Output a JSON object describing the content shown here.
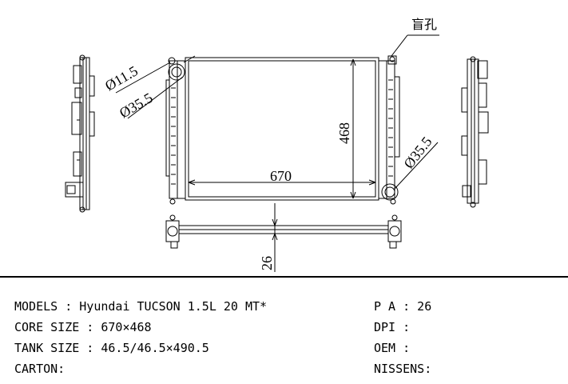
{
  "drawing": {
    "labels": {
      "blind_hole": "盲孔",
      "dia_small": "Ø11.5",
      "dia_inlet": "Ø35.5",
      "dia_outlet": "Ø35.5",
      "height": "468",
      "width": "670",
      "thickness": "26"
    }
  },
  "spec": {
    "models": "MODELS : Hyundai TUCSON 1.5L 20 MT*",
    "core_size": "CORE SIZE : 670×468",
    "tank_size": "TANK SIZE : 46.5/46.5×490.5",
    "carton": "CARTON:",
    "pa": "P A : 26",
    "dpi": "DPI :",
    "oem": "OEM :",
    "nissens": "NISSENS:"
  }
}
